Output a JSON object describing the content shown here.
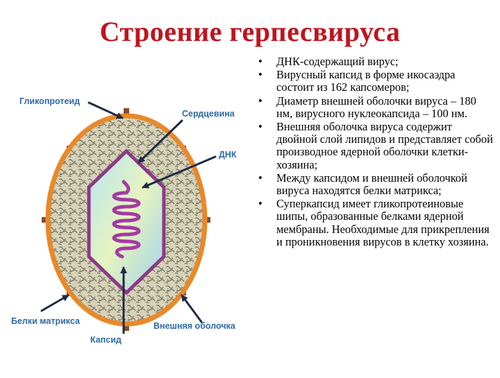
{
  "title": "Строение герпесвируса",
  "labels": {
    "glycoprotein": "Гликопротеид",
    "core": "Сердцевина",
    "dna": "ДНК",
    "matrix_proteins": "Белки матрикса",
    "outer_shell": "Внешняя оболочка",
    "capsid": "Капсид"
  },
  "bullet_glyph": "•",
  "bullets": [
    "ДНК-содержащий вирус;",
    "Вирусный капсид в форме икосаэдра состоит из 162 капсомеров;",
    "Диаметр внешней оболочки вируса – 180 нм, вирусного нуклеокапсида – 100 нм.",
    "Внешняя оболочка вируса содержит двойной слой липидов и представляет собой производное ядерной оболочки клетки-хозяина;",
    "Между капсидом и внешней оболочкой вируса находятся белки матрикса;",
    "Суперкапсид имеет гликопротеиновые шипы, образованные белками ядерной мембраны. Необходимые для прикрепления и проникновения вирусов в клетку хозяина."
  ],
  "colors": {
    "title": "#c0141e",
    "label": "#2e6aa8",
    "envelope": "#e8892a",
    "spike": "#8a4a2e",
    "capsid_edge": "#8a3a86",
    "dna": "#a43aa0"
  }
}
